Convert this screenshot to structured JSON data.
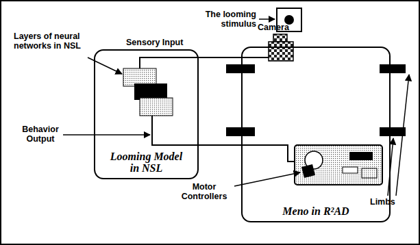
{
  "diagram": {
    "nodes": [
      {
        "text": [
          "Looming Model in NSL"
        ]
      },
      {
        "text": [
          "Meno in R²AD"
        ]
      }
    ],
    "edges": [
      {
        "from": 1,
        "to": 0,
        "arrow": "none"
      },
      {
        "from": 0,
        "to": 1,
        "arrow": "none"
      }
    ],
    "labels": [
      "The looming stimulus",
      "Layers of neural networks in NSL",
      "Sensory Input",
      "Camera",
      "Behavior Output",
      "Motor Controllers",
      "Limbs"
    ]
  }
}
